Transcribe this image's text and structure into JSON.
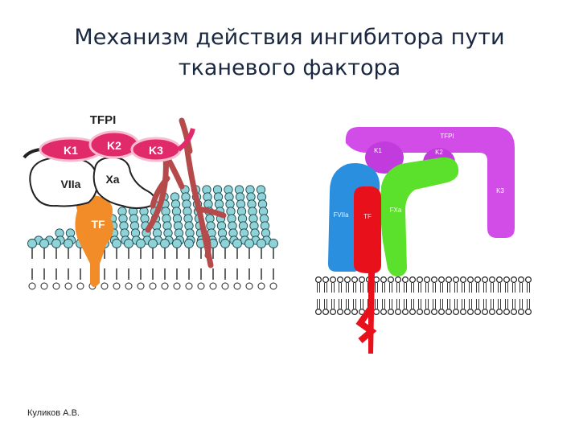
{
  "title": {
    "line1": "Механизм действия ингибитора пути",
    "line2": "тканевого фактора"
  },
  "author": "Куликов А.В.",
  "left_diagram": {
    "tfpi": "TFPI",
    "k1": "K1",
    "k2": "K2",
    "k3": "K3",
    "viia": "VIIa",
    "xa": "Xa",
    "tf": "TF"
  },
  "right_diagram": {
    "tfpi": "TFPI",
    "k1": "K1",
    "k2": "K2",
    "k3": "K3",
    "fviia": "FVIIa",
    "tf": "TF",
    "fxa": "FXa"
  },
  "colors": {
    "title": "#1a2740",
    "kringle": "#e02a6a",
    "tf_left": "#f28c28",
    "membrane_head": "#8fd3d9",
    "branch": "#b54a4a",
    "tfpi_right": "#d24de8",
    "fviia": "#2b8fe0",
    "tf_right": "#e8101a",
    "fxa": "#5be02b"
  }
}
